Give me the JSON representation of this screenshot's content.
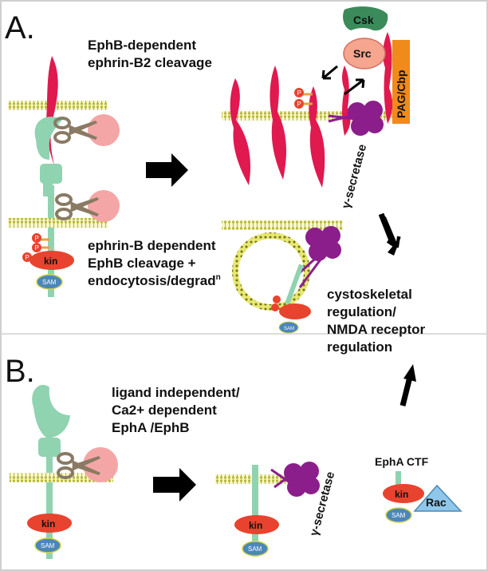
{
  "panel_a": {
    "letter": "A.",
    "title_line1": "EphB-dependent",
    "title_line2": "ephrin-B2 cleavage",
    "bottom_line1": "ephrin-B dependent",
    "bottom_line2": "EphB cleavage +",
    "bottom_line3": "endocytosis/degrad",
    "bottom_sup": "n",
    "csk": "Csk",
    "src": "Src",
    "pag": "PAG/Cbp",
    "gamma_secretase": "γ-secretase",
    "kin": "kin",
    "sam": "SAM",
    "phospho": "P",
    "outcome_line1": "cystoskeletal",
    "outcome_line2": "regulation/",
    "outcome_line3": "NMDA receptor",
    "outcome_line4": "regulation"
  },
  "panel_b": {
    "letter": "B.",
    "title_line1": "ligand independent/",
    "title_line2": "Ca2+ dependent",
    "title_line3": "EphA /EphB",
    "gamma_secretase": "γ-secretase",
    "kin": "kin",
    "sam": "SAM",
    "ctf": "EphA CTF",
    "rac": "Rac"
  },
  "colors": {
    "ephrin": "#e0194f",
    "receptor": "#8fd3b0",
    "kinase": "#e8432e",
    "sam": "#4b87b8",
    "secretase": "#8b1e8b",
    "scissors": "#8a7a64",
    "protease": "#f4a6a6",
    "csk": "#3a8a5a",
    "src": "#f6a58f",
    "pag": "#f08a1c",
    "rac": "#8ec7ea",
    "membrane": "#d8d84a"
  }
}
